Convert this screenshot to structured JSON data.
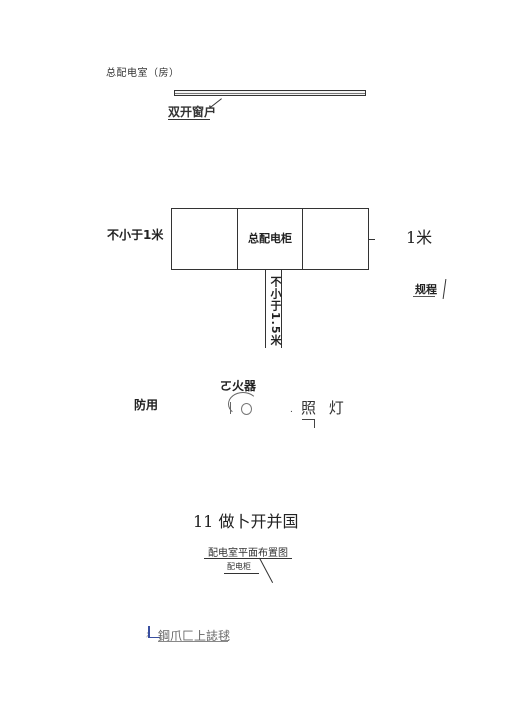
{
  "title": "总配电室（房）",
  "window": {
    "label": "双开窗户"
  },
  "cabinet": {
    "center_label": "总配电柜"
  },
  "dimensions": {
    "left_clearance": "不小于1米",
    "right_clearance": "1米",
    "front_clearance": "不小于1.5米"
  },
  "spec": {
    "label": "规程"
  },
  "fire": {
    "extinguisher_label": "ㄛ火器",
    "use_label": "防用"
  },
  "lighting": {
    "dot": ".",
    "label": "照 灯"
  },
  "big_text": "11 做卜开并国",
  "caption": {
    "title": "配电室平面布置图",
    "sub_label": "配电柜"
  },
  "footer": {
    "mark": ";",
    "text": "鋼爪匚上誌毬"
  }
}
